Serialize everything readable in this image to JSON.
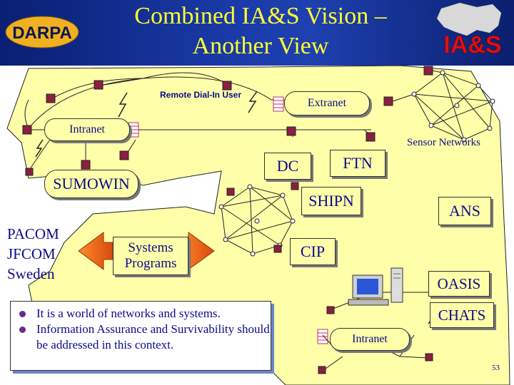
{
  "header": {
    "title_line1": "Combined IA&S Vision –",
    "title_line2": "Another View",
    "darpa_logo": "DARPA",
    "ias_logo": "IA&S"
  },
  "labels": {
    "remote_user": "Remote Dial-In User",
    "extranet": "Extranet",
    "intranet_top": "Intranet",
    "sensor_networks": "Sensor Networks",
    "dc": "DC",
    "ftn": "FTN",
    "sumowin": "SUMOWIN",
    "shipn": "SHIPN",
    "ans": "ANS",
    "cip": "CIP",
    "oasis": "OASIS",
    "chats": "CHATS",
    "intranet_bottom": "Intranet",
    "pacom_lines": [
      "PACOM",
      "JFCOM",
      "Sweden"
    ],
    "systems_programs": [
      "Systems",
      "Programs"
    ]
  },
  "bullets": [
    "It is a world of networks and systems.",
    "Information Assurance and Survivability should be addressed in this context."
  ],
  "page_number": "53",
  "colors": {
    "header_bg": "#1a3aa8",
    "title_color": "#ffff33",
    "region_fill": "#ffffaa",
    "text_color": "#0b0b8a",
    "arrow_color": "#e8731a",
    "node_color": "#8a2040"
  }
}
